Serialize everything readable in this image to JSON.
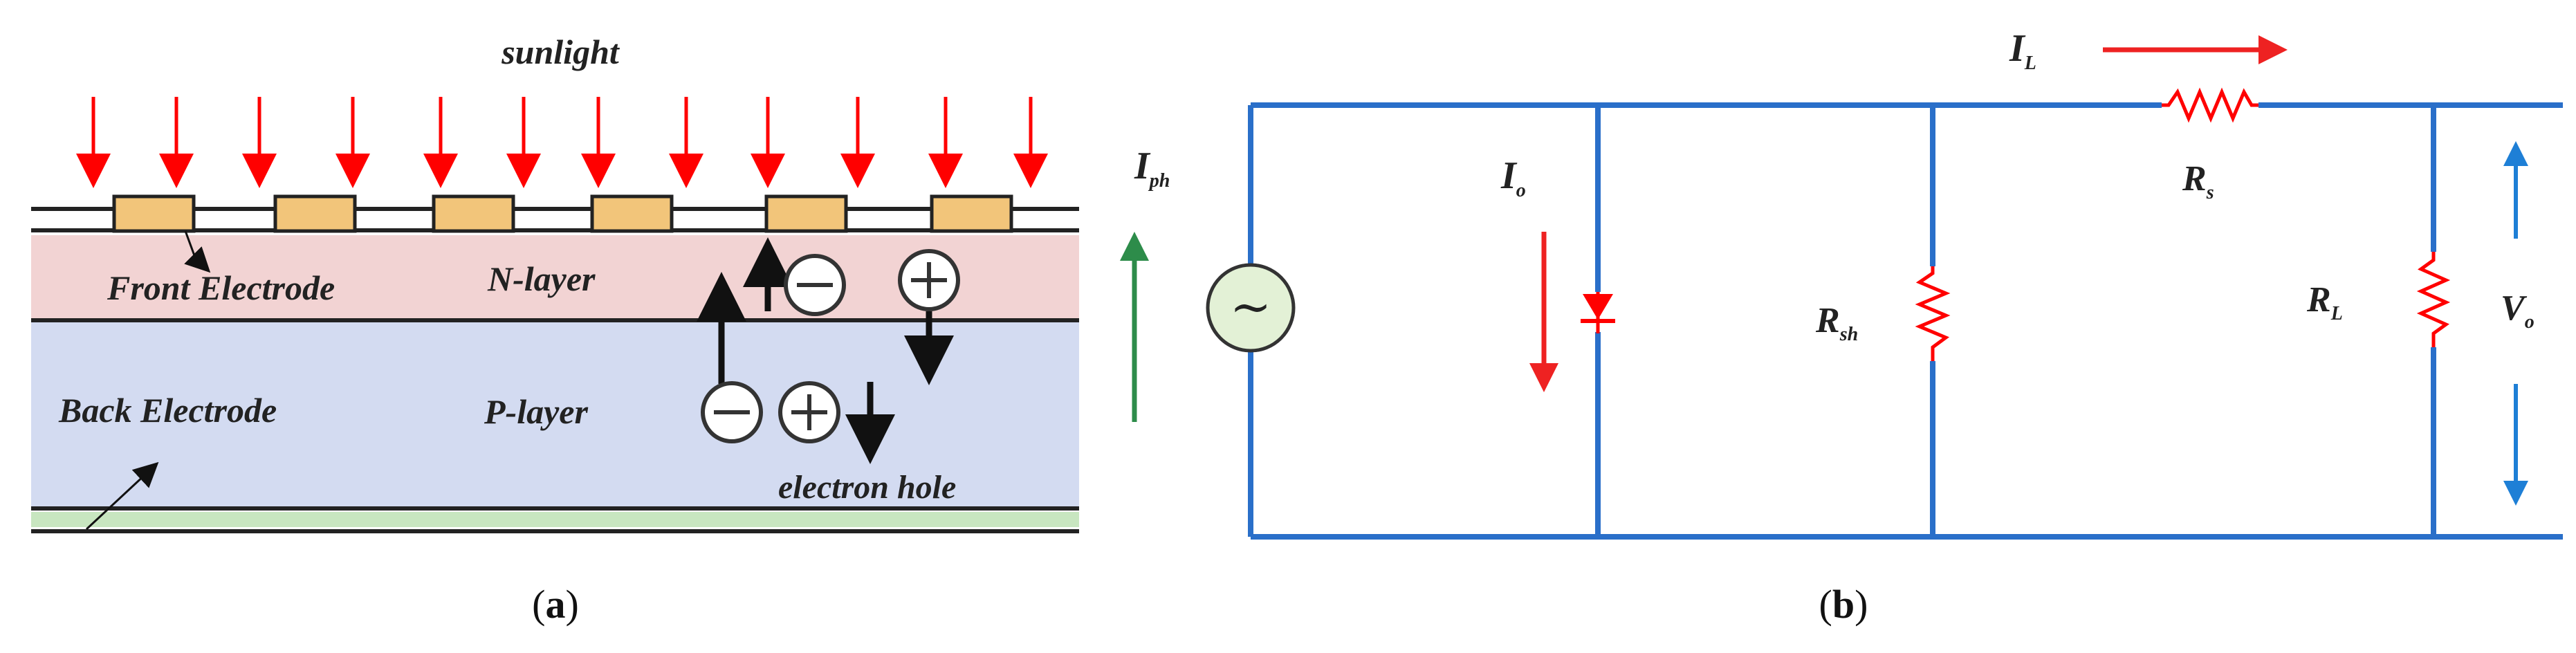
{
  "colors": {
    "light_arrow": "#ff0000",
    "electrode": "#f2c57a",
    "n_layer": "#f2d3d3",
    "p_layer": "#d3dbf1",
    "bottom_strip": "#c8e6c0",
    "circuit_wire": "#2a6fc9",
    "current_arrow": "#ee2222",
    "iph_arrow": "#2d8c4a",
    "source_fill": "#e3f1d6",
    "vo_arrow": "#1e7fd6"
  },
  "panel_a": {
    "sunlight": "sunlight",
    "front_electrode": "Front Electrode",
    "n_layer": "N-layer",
    "back_electrode": "Back Electrode",
    "p_layer": "P-layer",
    "electron_hole": "electron hole",
    "electron_symbol": "⊖",
    "hole_symbol": "⊕",
    "caption_open": "(",
    "caption_letter": "a",
    "caption_close": ")"
  },
  "panel_b": {
    "iph_main": "I",
    "iph_sub": "ph",
    "il_main": "I",
    "il_sub": "L",
    "io_main": "I",
    "io_sub": "o",
    "rs_main": "R",
    "rs_sub": "s",
    "rsh_main": "R",
    "rsh_sub": "sh",
    "rl_main": "R",
    "rl_sub": "L",
    "vo_main": "V",
    "vo_sub": "o",
    "source_symbol": "~",
    "caption_open": "(",
    "caption_letter": "b",
    "caption_close": ")"
  }
}
